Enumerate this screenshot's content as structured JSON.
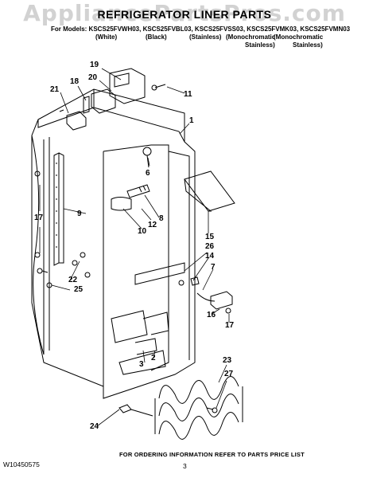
{
  "watermark": "AppliancePartsPros.com",
  "header": {
    "title": "REFRIGERATOR LINER PARTS",
    "models_line": "For Models: KSCS25FVWH03, KSCS25FVBL03, KSCS25FVSS03, KSCS25FVMK03, KSCS25FVMN03",
    "variants": [
      "(White)",
      "(Black)",
      "(Stainless)",
      "(Monochromatic",
      "(Monochromatic",
      "Stainless)",
      "Stainless)"
    ]
  },
  "callouts": [
    "19",
    "20",
    "18",
    "21",
    "11",
    "1",
    "6",
    "17",
    "9",
    "8",
    "12",
    "10",
    "15",
    "26",
    "14",
    "7",
    "22",
    "25",
    "16",
    "17",
    "3",
    "2",
    "23",
    "27",
    "24"
  ],
  "footer": {
    "note": "FOR ORDERING INFORMATION REFER TO PARTS PRICE LIST",
    "doc_number": "W10450575",
    "page": "3"
  }
}
